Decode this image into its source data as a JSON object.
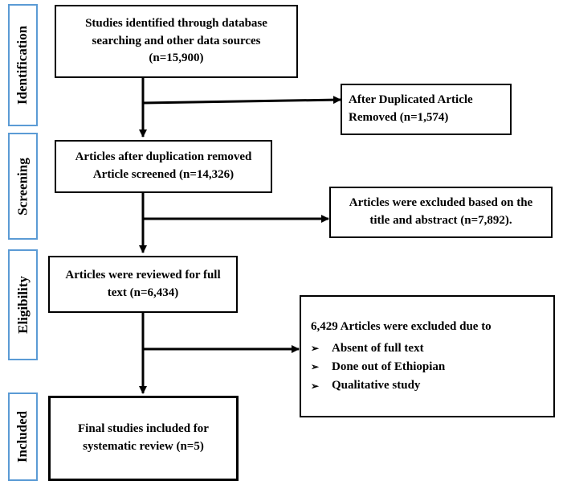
{
  "phases": [
    "Identification",
    "Screening",
    "Eligibility",
    "Included"
  ],
  "boxes": {
    "identified": [
      "Studies identified through database",
      "searching and other data sources",
      "(n=15,900)"
    ],
    "duplicates_removed": [
      "After Duplicated Article",
      "Removed (n=1,574)"
    ],
    "screened": [
      "Articles after duplication removed",
      "Article screened (n=14,326)"
    ],
    "excluded_title": [
      "Articles were excluded based on the",
      "title and abstract (n=7,892)."
    ],
    "full_text": [
      "Articles were reviewed for full",
      "text (n=6,434)"
    ],
    "excluded_full": {
      "heading": "6,429 Articles were excluded due to",
      "bullet": "➢",
      "reasons": [
        "Absent of full text",
        "Done out of Ethiopian",
        "Qualitative study"
      ]
    },
    "included": [
      "Final studies included for",
      "systematic review (n=5)"
    ]
  },
  "colors": {
    "phase_border": "#5b9bd5",
    "box_border": "#000000",
    "arrow": "#000000"
  }
}
